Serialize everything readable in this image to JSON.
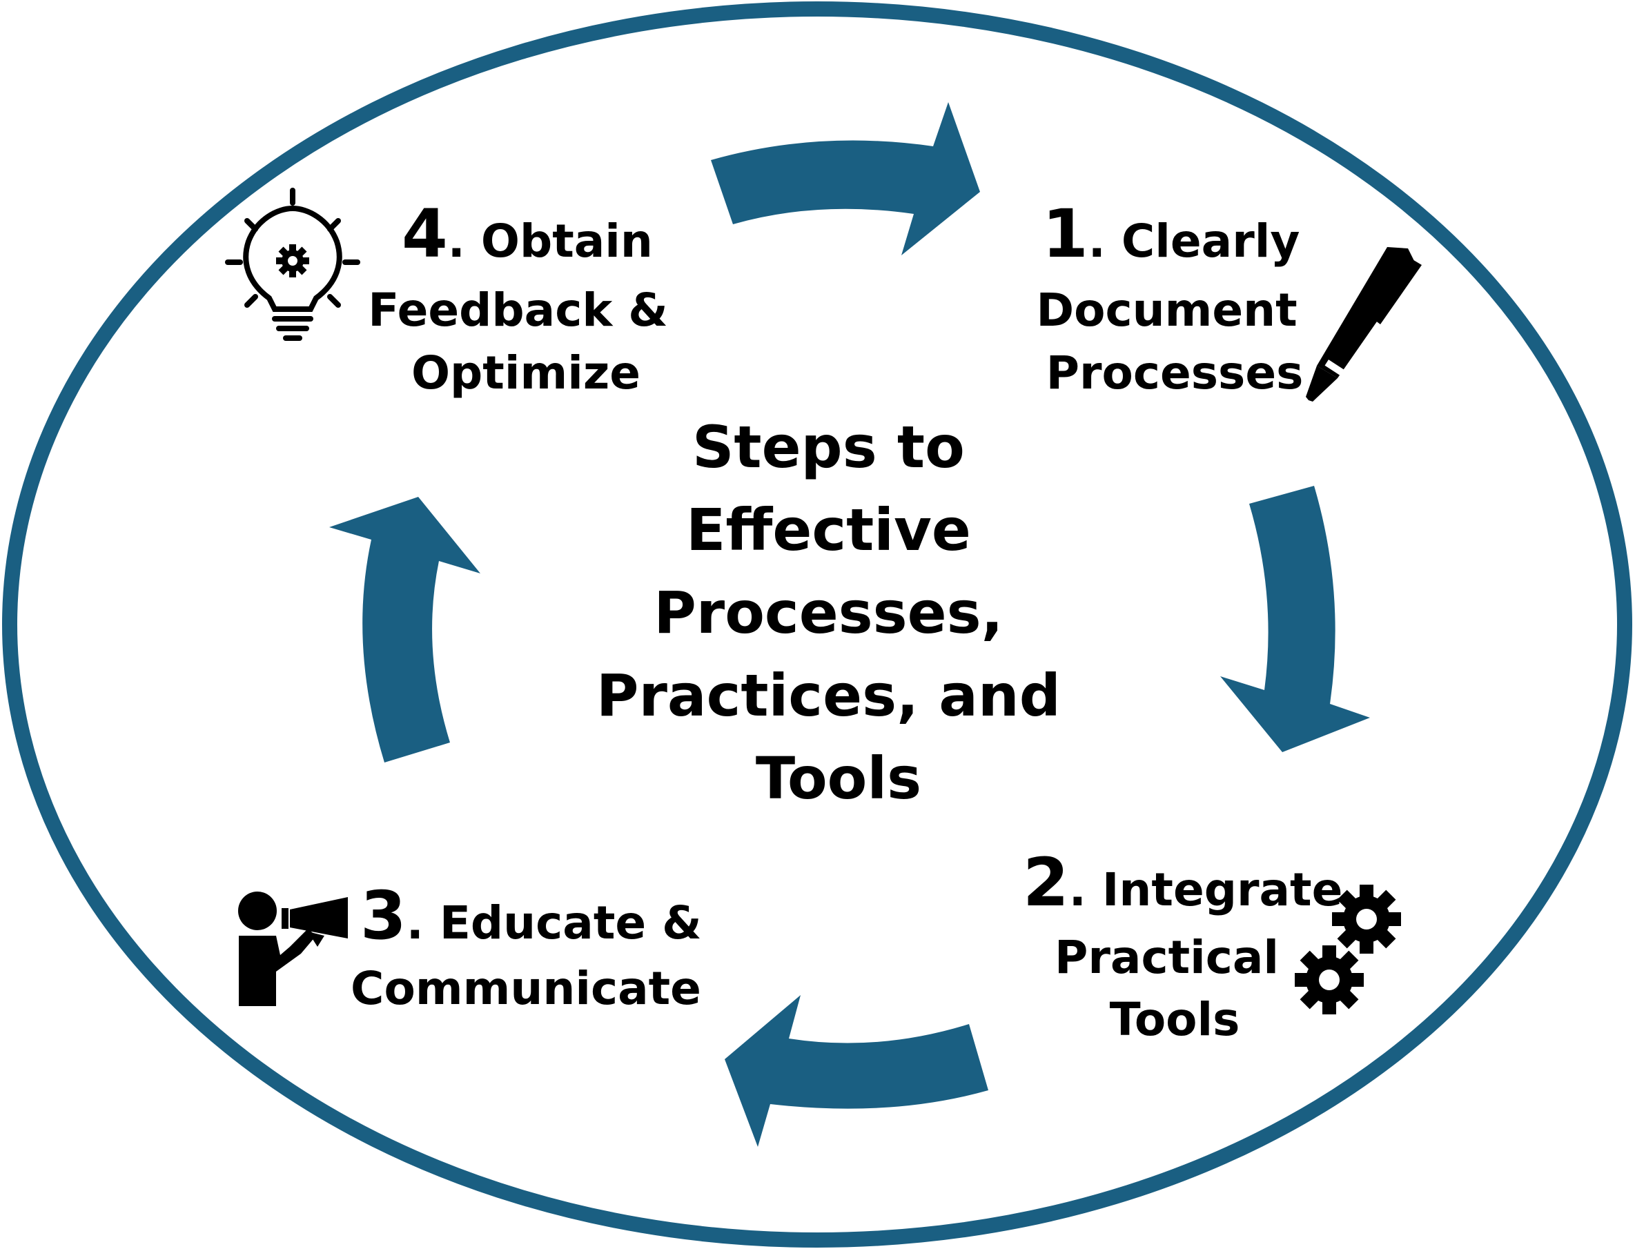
{
  "diagram": {
    "center_title": {
      "lines": [
        "Steps to",
        "Effective",
        "Processes,",
        "Practices, and",
        "Tools"
      ]
    },
    "colors": {
      "accent": "#1a5f82",
      "text": "#000000",
      "background": "#ffffff"
    },
    "steps": [
      {
        "number": "1",
        "title_lines": [
          ". Clearly",
          "Document",
          "Processes"
        ],
        "icon": "pen-icon"
      },
      {
        "number": "2",
        "title_lines": [
          ". Integrate",
          "Practical",
          "Tools"
        ],
        "icon": "gears-icon"
      },
      {
        "number": "3",
        "title_lines": [
          ". Educate &",
          "Communicate"
        ],
        "icon": "megaphone-person-icon"
      },
      {
        "number": "4",
        "title_lines": [
          ". Obtain",
          "Feedback &",
          "Optimize"
        ],
        "icon": "lightbulb-gear-icon"
      }
    ]
  }
}
